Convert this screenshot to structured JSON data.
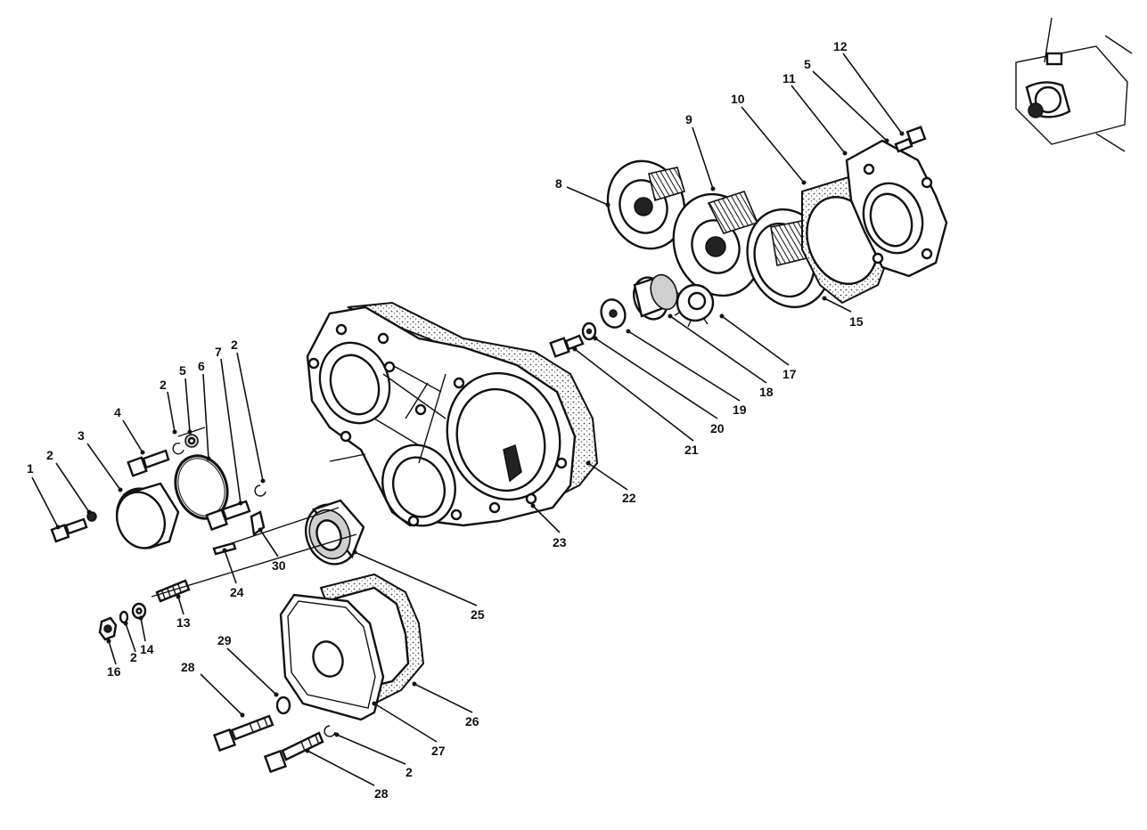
{
  "diagram": {
    "callouts": [
      {
        "id": "c1",
        "text": "1"
      },
      {
        "id": "c2a",
        "text": "2"
      },
      {
        "id": "c3",
        "text": "3"
      },
      {
        "id": "c4",
        "text": "4"
      },
      {
        "id": "c2b",
        "text": "2"
      },
      {
        "id": "c5a",
        "text": "5"
      },
      {
        "id": "c6",
        "text": "6"
      },
      {
        "id": "c7",
        "text": "7"
      },
      {
        "id": "c2c",
        "text": "2"
      },
      {
        "id": "c8",
        "text": "8"
      },
      {
        "id": "c9",
        "text": "9"
      },
      {
        "id": "c10",
        "text": "10"
      },
      {
        "id": "c11",
        "text": "11"
      },
      {
        "id": "c5b",
        "text": "5"
      },
      {
        "id": "c12",
        "text": "12"
      },
      {
        "id": "c13",
        "text": "13"
      },
      {
        "id": "c14",
        "text": "14"
      },
      {
        "id": "c2d",
        "text": "2"
      },
      {
        "id": "c16",
        "text": "16"
      },
      {
        "id": "c15",
        "text": "15"
      },
      {
        "id": "c17",
        "text": "17"
      },
      {
        "id": "c18",
        "text": "18"
      },
      {
        "id": "c19",
        "text": "19"
      },
      {
        "id": "c20",
        "text": "20"
      },
      {
        "id": "c21",
        "text": "21"
      },
      {
        "id": "c22",
        "text": "22"
      },
      {
        "id": "c23",
        "text": "23"
      },
      {
        "id": "c24",
        "text": "24"
      },
      {
        "id": "c30",
        "text": "30"
      },
      {
        "id": "c25",
        "text": "25"
      },
      {
        "id": "c26",
        "text": "26"
      },
      {
        "id": "c27",
        "text": "27"
      },
      {
        "id": "c28a",
        "text": "28"
      },
      {
        "id": "c29",
        "text": "29"
      },
      {
        "id": "c2e",
        "text": "2"
      },
      {
        "id": "c28b",
        "text": "28"
      }
    ]
  }
}
